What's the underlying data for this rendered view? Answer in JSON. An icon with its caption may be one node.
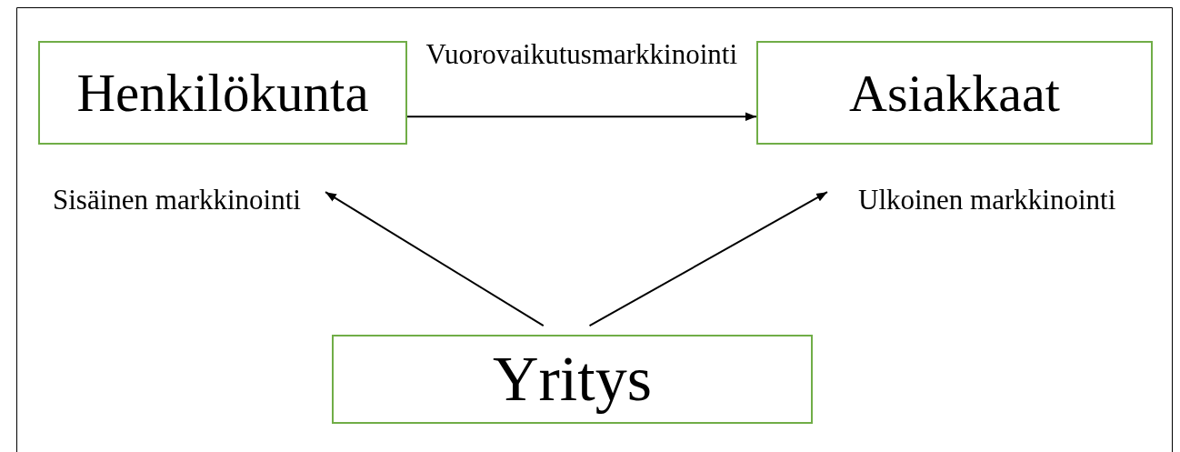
{
  "diagram": {
    "nodes": [
      {
        "text": [
          "Henkilökunta"
        ]
      },
      {
        "text": [
          "Asiakkaat"
        ]
      },
      {
        "text": [
          "Yritys"
        ]
      },
      {
        "text": [
          "Sisäinen markkinointi"
        ]
      },
      {
        "text": [
          "Ulkoinen markkinointi"
        ]
      }
    ],
    "edges": [
      {
        "from": 0,
        "to": 1,
        "arrow": "to",
        "label": "Vuorovaikutusmarkkinointi"
      },
      {
        "from": 2,
        "to": 3,
        "arrow": "to"
      },
      {
        "from": 2,
        "to": 4,
        "arrow": "to"
      }
    ]
  }
}
